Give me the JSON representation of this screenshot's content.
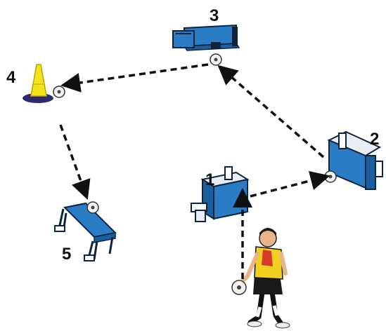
{
  "stations": [
    {
      "id": "1",
      "label": "1",
      "kind": "bench-rebounder"
    },
    {
      "id": "2",
      "label": "2",
      "kind": "bench-rebounder"
    },
    {
      "id": "3",
      "label": "3",
      "kind": "bench-rebounder"
    },
    {
      "id": "4",
      "label": "4",
      "kind": "cone"
    },
    {
      "id": "5",
      "label": "5",
      "kind": "bench"
    }
  ],
  "colors": {
    "bench_top": "#2a7cc4",
    "bench_side": "#1b5f9e",
    "bench_outline": "#0d2440",
    "cone": "#f4e21a",
    "cone_base": "#2c2a6b",
    "arrow": "#111111",
    "ball": "#f2f2f2",
    "player_shirt": "#f2d020",
    "player_shirt_accent": "#d83a2a",
    "player_shorts": "#1a1a1a"
  },
  "icons": [
    "soccer-ball-icon",
    "cone-icon",
    "bench-icon",
    "player-icon",
    "arrow-icon"
  ]
}
